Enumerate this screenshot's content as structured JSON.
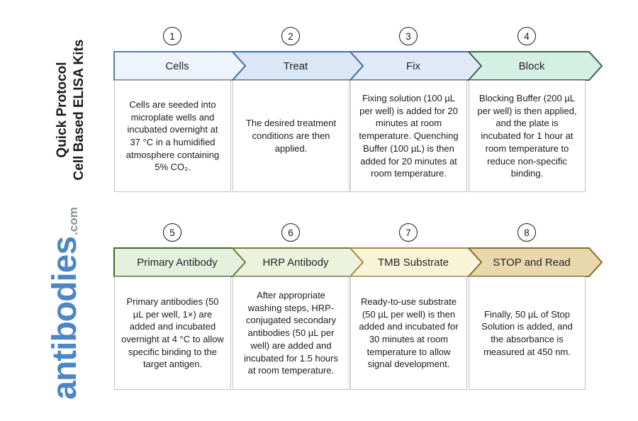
{
  "sidebar": {
    "title_line1": "Cell Based ELISA Kits",
    "title_line2": "Quick Protocol",
    "logo_text": "antibodies",
    "logo_suffix": ".com",
    "logo_color": "#4c87c5",
    "logo_suffix_color": "#8c9196"
  },
  "steps": [
    {
      "number": "1",
      "label": "Cells",
      "description": "Cells are seeded into microplate wells and incubated overnight at 37 °C in a humidified atmosphere containing 5% CO₂.",
      "fill": "#eef4fb",
      "stroke": "#5680ac"
    },
    {
      "number": "2",
      "label": "Treat",
      "description": "The desired treatment conditions are then applied.",
      "fill": "#dbe7f6",
      "stroke": "#426f9e"
    },
    {
      "number": "3",
      "label": "Fix",
      "description": "Fixing solution (100 µL per well) is added for 20 minutes at room temperature. Quenching Buffer (100 µL) is then added for 20 minutes at room temperature.",
      "fill": "#dfe9f7",
      "stroke": "#426f9e"
    },
    {
      "number": "4",
      "label": "Block",
      "description": "Blocking Buffer (200 µL per well) is then applied, and the plate is incubated for 1 hour at room temperature to reduce non-specific binding.",
      "fill": "#d4efe3",
      "stroke": "#3f5f54"
    },
    {
      "number": "5",
      "label": "Primary Antibody",
      "description": "Primary antibodies (50 µL per well, 1×) are added and incubated overnight at 4 °C to allow specific binding to the target antigen.",
      "fill": "#e4f1dd",
      "stroke": "#3f682e"
    },
    {
      "number": "6",
      "label": "HRP Antibody",
      "description": "After appropriate washing steps, HRP-conjugated secondary antibodies (50 µL per well) are added and incubated for 1.5 hours at room temperature.",
      "fill": "#ecf3dc",
      "stroke": "#6e7c3a"
    },
    {
      "number": "7",
      "label": "TMB Substrate",
      "description": "Ready-to-use substrate (50 µL per well) is then added and incubated for 30 minutes at room temperature to allow signal development.",
      "fill": "#f8f4d7",
      "stroke": "#a98a3e"
    },
    {
      "number": "8",
      "label": "STOP and Read",
      "description": "Finally, 50 µL of Stop Solution is added, and the absorbance is measured at 450 nm.",
      "fill": "#e9d8ab",
      "stroke": "#8a6b2b"
    }
  ]
}
